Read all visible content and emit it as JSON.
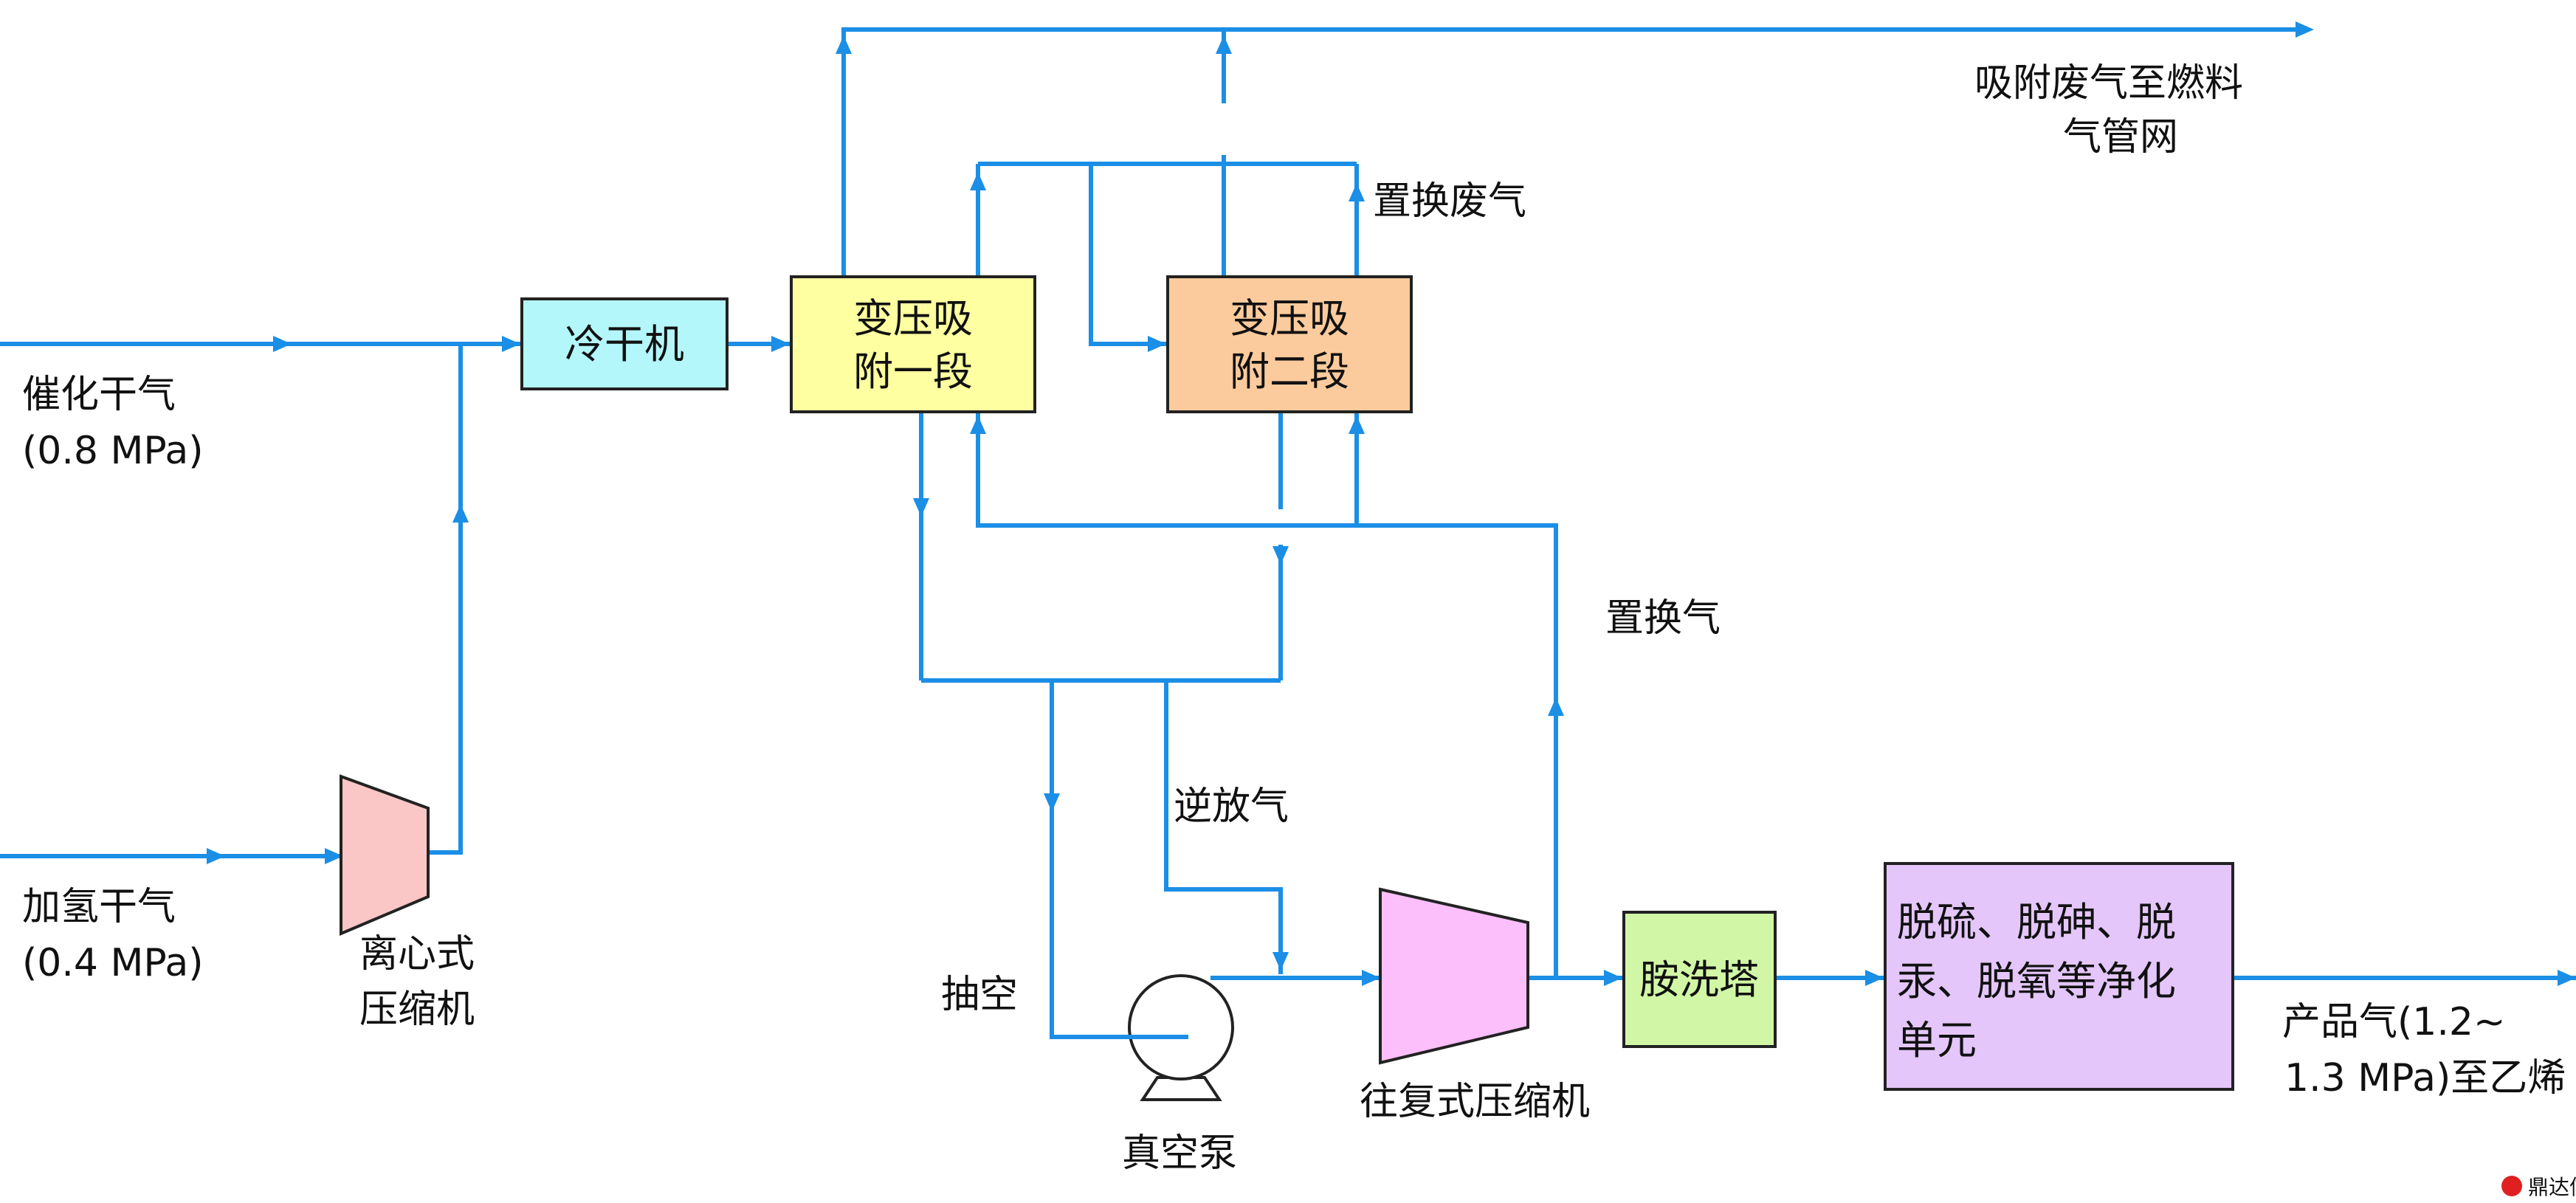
{
  "colors": {
    "flow_line": "#1b8ee6",
    "cold_dryer": "#b4f7fb",
    "psa1": "#feffa0",
    "psa2": "#fccb9d",
    "amine": "#d1f7a6",
    "purify": "#e4c6fa",
    "centrifugal": "#fbc6c6",
    "reciprocating": "#fdbffb"
  },
  "streams": {
    "fcc_dry_gas": "催化干气",
    "fcc_dry_gas_pressure": "(0.8 MPa)",
    "hydro_dry_gas": "加氢干气",
    "hydro_dry_gas_pressure": "(0.4 MPa)",
    "tail_gas": "吸附废气至燃料",
    "tail_gas_line2": "气管网",
    "replacement_waste": "置换废气",
    "replacement_gas": "置换气",
    "reverse_release": "逆放气",
    "evacuation": "抽空",
    "product": "产品气(1.2~",
    "product_line2": "1.3 MPa)至乙烯"
  },
  "units": {
    "cold_dryer": "冷干机",
    "psa1_line1": "变压吸",
    "psa1_line2": "附一段",
    "psa2_line1": "变压吸",
    "psa2_line2": "附二段",
    "centrifugal_line1": "离心式",
    "centrifugal_line2": "压缩机",
    "vacuum_pump": "真空泵",
    "reciprocating": "往复式压缩机",
    "amine_tower": "胺洗塔",
    "purify_line1": "脱硫、脱砷、脱",
    "purify_line2": "汞、脱氧等净化",
    "purify_line3": "单元"
  },
  "watermark": "鼎达信"
}
